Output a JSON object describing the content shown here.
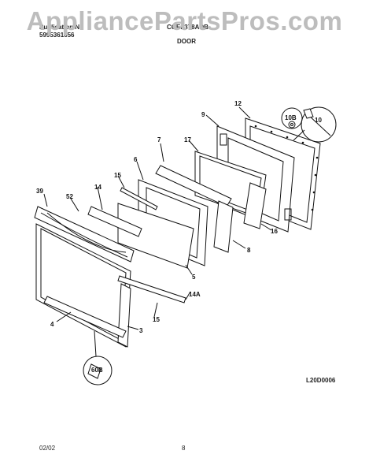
{
  "watermark": "AppliancePartsPros.com",
  "header": {
    "pub_label": "Publication N",
    "pub_number": "5995361656",
    "model": "CGEF378ADB",
    "section": "DOOR"
  },
  "diagram_code": "L20D0006",
  "footer": {
    "date": "02/02",
    "page": "8"
  },
  "callouts": {
    "c12": "12",
    "c9": "9",
    "c10B": "10B",
    "c10": "10",
    "c7": "7",
    "c17": "17",
    "c6": "6",
    "c15a": "15",
    "c14": "14",
    "c39": "39",
    "c52": "52",
    "c16": "16",
    "c8": "8",
    "c5": "5",
    "c14A": "14A",
    "c15b": "15",
    "c4": "4",
    "c3": "3",
    "c60B": "60B"
  }
}
